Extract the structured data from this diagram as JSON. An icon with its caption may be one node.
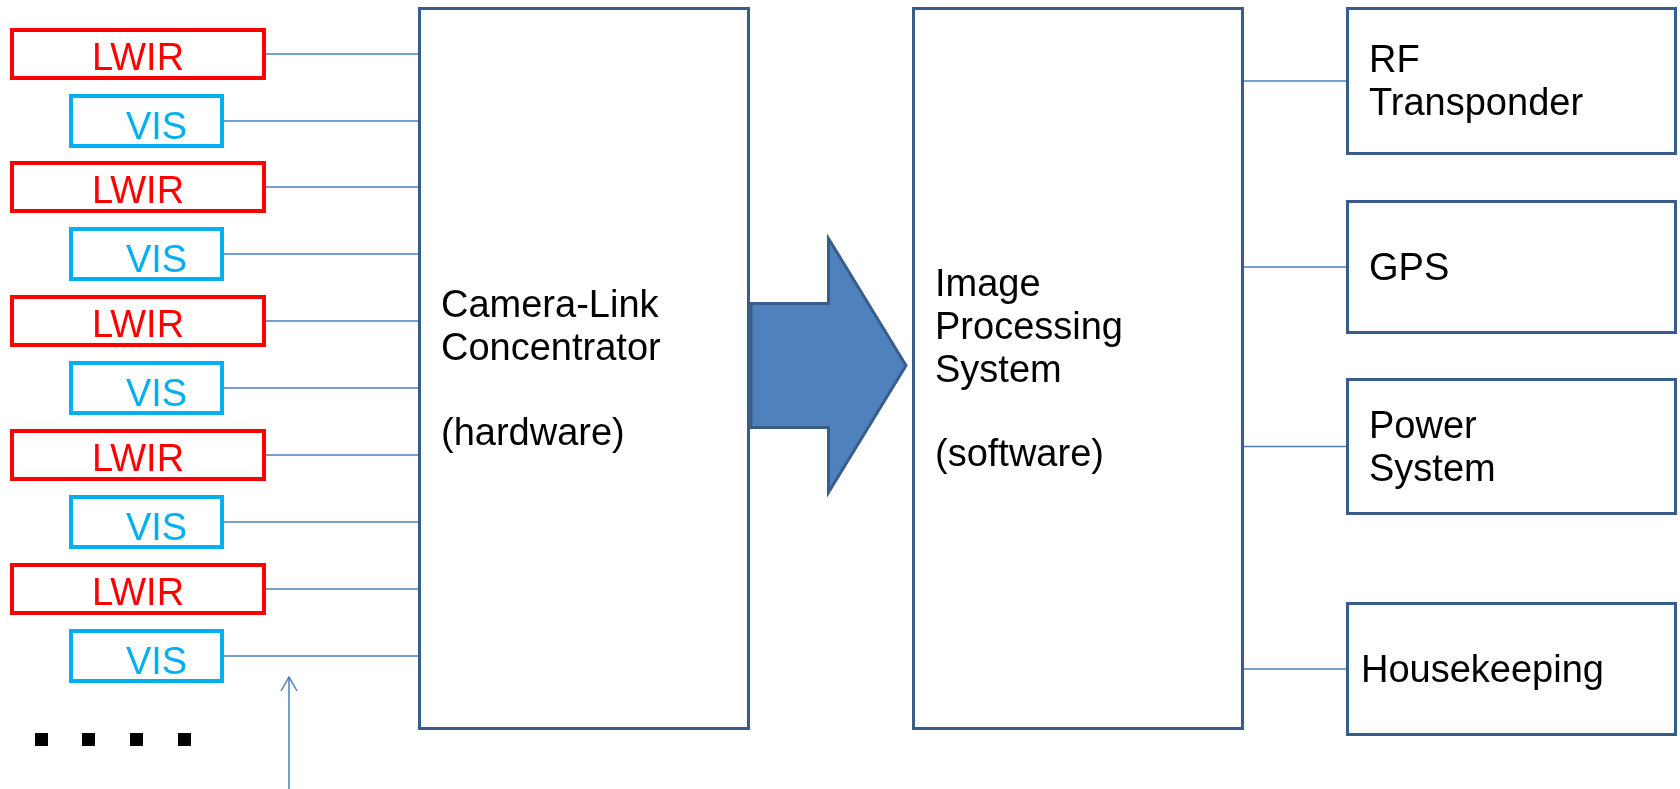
{
  "diagram": {
    "nodes": [
      {
        "text": [
          "LWIR"
        ]
      },
      {
        "text": [
          "VIS"
        ]
      },
      {
        "text": [
          "LWIR"
        ]
      },
      {
        "text": [
          "VIS"
        ]
      },
      {
        "text": [
          "LWIR"
        ]
      },
      {
        "text": [
          "VIS"
        ]
      },
      {
        "text": [
          "LWIR"
        ]
      },
      {
        "text": [
          "VIS"
        ]
      },
      {
        "text": [
          "LWIR"
        ]
      },
      {
        "text": [
          "VIS"
        ]
      },
      {
        "text": [
          "Camera-Link Concentrator",
          "(hardware)"
        ]
      },
      {
        "text": [
          "Image Processing System",
          "(software)"
        ]
      },
      {
        "text": [
          "RF Transponder"
        ]
      },
      {
        "text": [
          "GPS"
        ]
      },
      {
        "text": [
          "Power System"
        ]
      },
      {
        "text": [
          "Housekeeping"
        ]
      }
    ],
    "edges": [
      {
        "from": 0,
        "to": 10,
        "arrow": "none"
      },
      {
        "from": 1,
        "to": 10,
        "arrow": "none"
      },
      {
        "from": 2,
        "to": 10,
        "arrow": "none"
      },
      {
        "from": 3,
        "to": 10,
        "arrow": "none"
      },
      {
        "from": 4,
        "to": 10,
        "arrow": "none"
      },
      {
        "from": 5,
        "to": 10,
        "arrow": "none"
      },
      {
        "from": 6,
        "to": 10,
        "arrow": "none"
      },
      {
        "from": 7,
        "to": 10,
        "arrow": "none"
      },
      {
        "from": 8,
        "to": 10,
        "arrow": "none"
      },
      {
        "from": 9,
        "to": 10,
        "arrow": "none"
      },
      {
        "from": 10,
        "to": 11,
        "arrow": "to",
        "style": "thick"
      },
      {
        "from": 11,
        "to": 12,
        "arrow": "none"
      },
      {
        "from": 11,
        "to": 13,
        "arrow": "none"
      },
      {
        "from": 11,
        "to": 14,
        "arrow": "none"
      },
      {
        "from": 11,
        "to": 15,
        "arrow": "none"
      }
    ]
  }
}
